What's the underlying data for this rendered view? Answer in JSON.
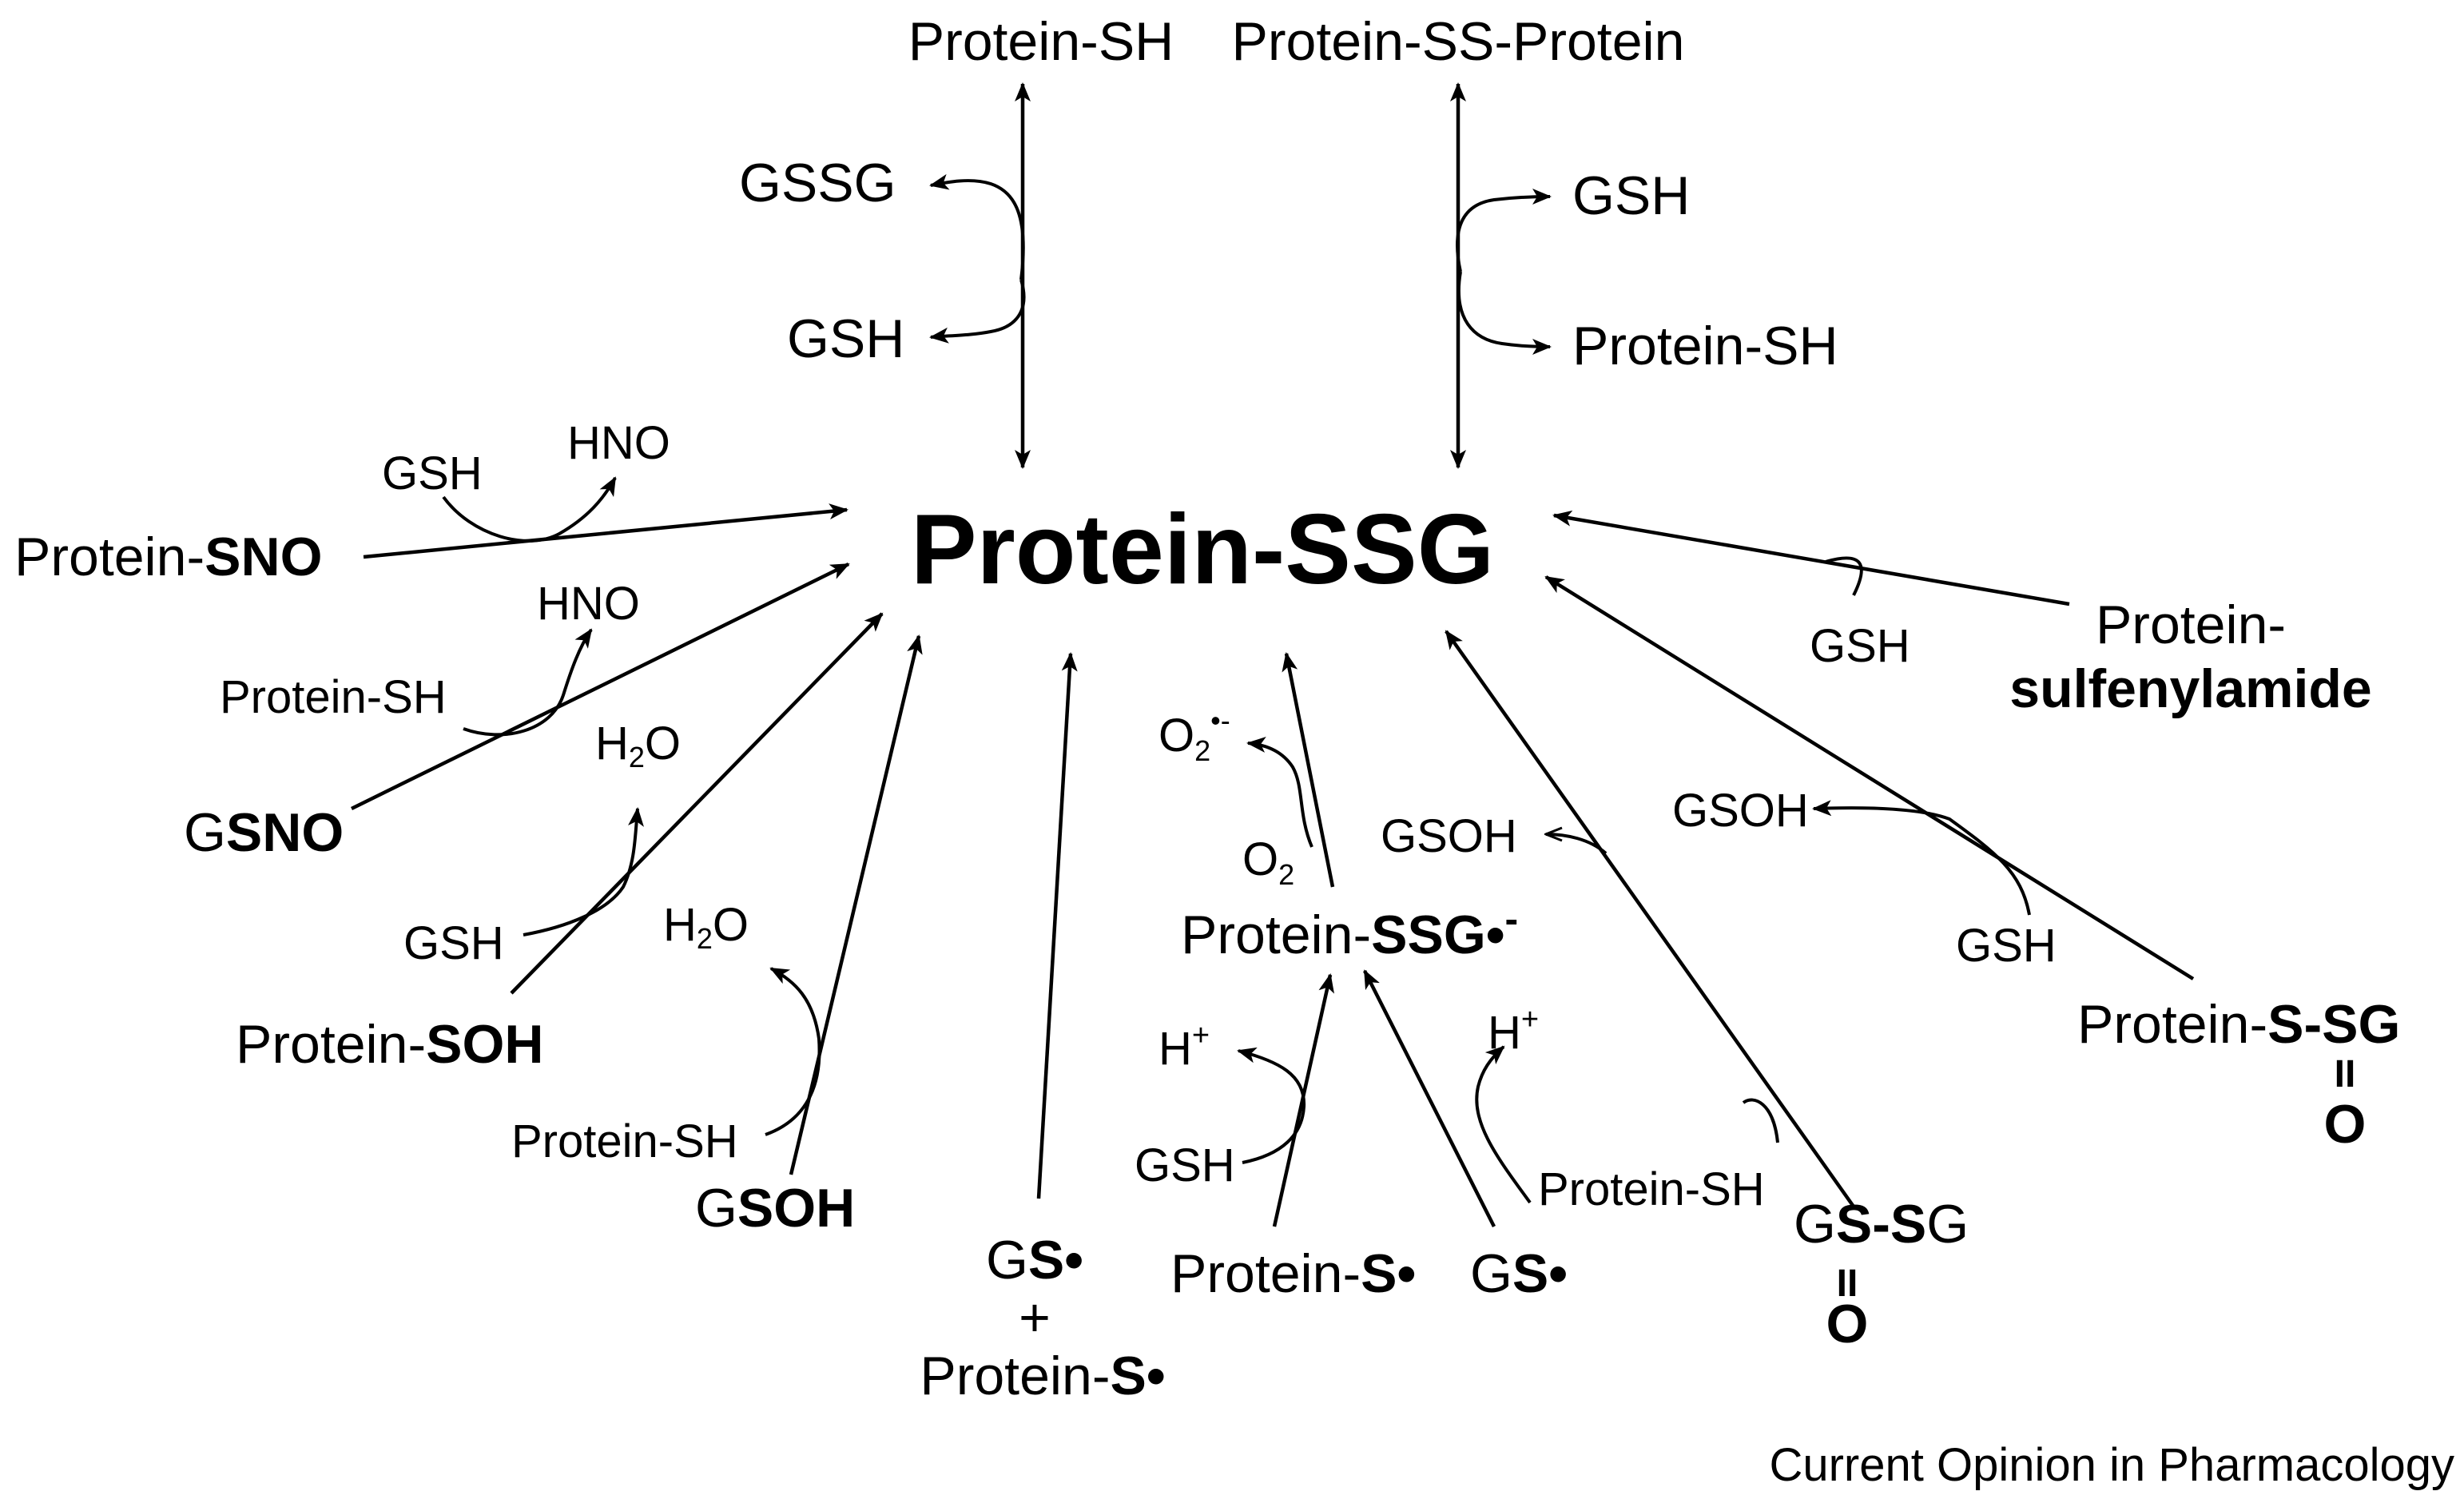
{
  "center": "Protein-SSG",
  "credit": "Current Opinion in Pharmacology",
  "top_left": {
    "top": "Protein-SH",
    "out": "GSSG",
    "in": "GSH"
  },
  "top_right": {
    "top": "Protein-SS-Protein",
    "out": "GSH",
    "in": "Protein-SH"
  },
  "snitroso": {
    "prefix": "Protein-",
    "bold": "SNO",
    "reagent": "GSH",
    "byproduct": "HNO"
  },
  "gsno": {
    "prefix": "G",
    "bold": "SNO",
    "reagent": "Protein-SH",
    "byproduct": "HNO"
  },
  "sulfenic": {
    "prefix": "Protein-",
    "bold": "SOH",
    "reagent": "GSH",
    "byproduct_main": "H",
    "byproduct_sub": "2",
    "byproduct_tail": "O"
  },
  "gsoh": {
    "prefix": "G",
    "bold": "SOH",
    "reagent": "Protein-SH",
    "byproduct_main": "H",
    "byproduct_sub": "2",
    "byproduct_tail": "O"
  },
  "radical_pair": {
    "line1_prefix": "G",
    "line1_bold": "S•",
    "plus": "+",
    "line2_prefix": "Protein-",
    "line2_bold": "S•"
  },
  "radical_anion": {
    "prefix": "Protein-",
    "bold": "SSG•",
    "charge": "-",
    "oxygen": "O",
    "oxygen_sub": "2",
    "superoxide": "O",
    "superoxide_sub": "2",
    "superoxide_sup": "•-"
  },
  "protein_radical": {
    "prefix": "Protein-",
    "bold": "S•",
    "reagent": "GSH",
    "byproduct": "H",
    "byproduct_sup": "+"
  },
  "gs_radical": {
    "prefix": "G",
    "bold": "S•",
    "reagent": "Protein-SH",
    "byproduct": "H",
    "byproduct_sup": "+"
  },
  "thiosulfinate": {
    "g1": "G",
    "s1": "S",
    "dash": "-",
    "s2": "S",
    "g2": "G",
    "bond": "II",
    "oxygen": "O",
    "byproduct": "GSOH"
  },
  "protein_thiosulfinate": {
    "prefix": "Protein-",
    "bold": "S-SG",
    "bond": "II",
    "oxygen": "O",
    "reagent": "GSH",
    "byproduct": "GSOH"
  },
  "sulfenylamide": {
    "line1": "Protein-",
    "line2": "sulfenylamide",
    "reagent": "GSH"
  }
}
